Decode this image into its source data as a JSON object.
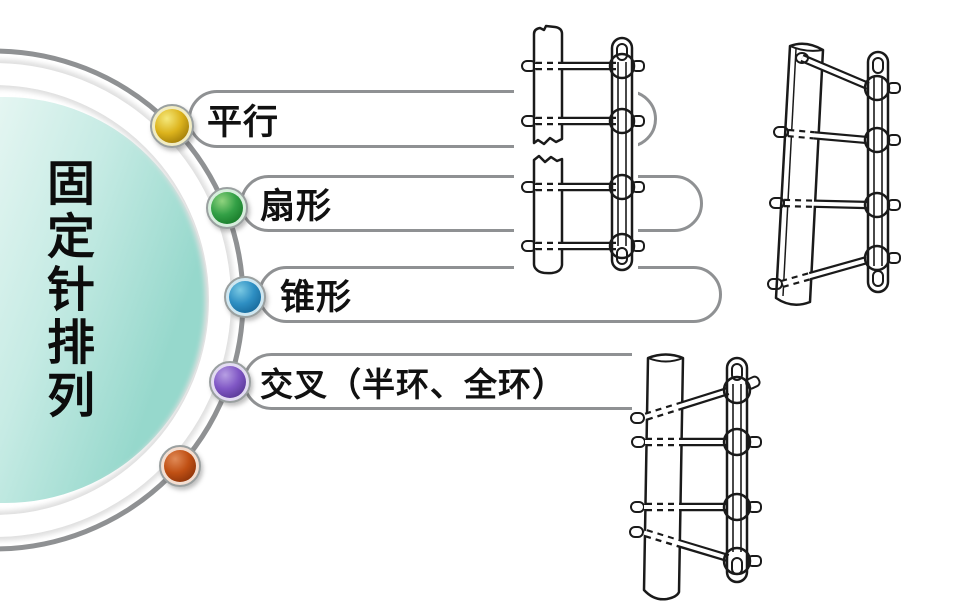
{
  "title": {
    "text": "固定针排列"
  },
  "list": {
    "items": [
      {
        "label": "平行",
        "dot_color": "#dcb31c"
      },
      {
        "label": "扇形",
        "dot_color": "#33a046"
      },
      {
        "label": "锥形",
        "dot_color": "#2e8fc3"
      },
      {
        "label": "交叉（半环、全环）",
        "dot_color": "#8057c5"
      },
      {
        "label": "",
        "dot_color": "#c05014"
      }
    ]
  },
  "illustrations": [
    {
      "name": "parallel-pins-line-drawing"
    },
    {
      "name": "fan-pins-line-drawing"
    },
    {
      "name": "crossed-pins-line-drawing"
    }
  ],
  "colors": {
    "circle_fill_edge": "#96d8cc",
    "circle_fill_light": "#eef9f6",
    "connector_arc": "#8f9193",
    "pill_border": "#8f9193",
    "text": "#0c0c0c",
    "line_art": "#1a1a1a"
  }
}
